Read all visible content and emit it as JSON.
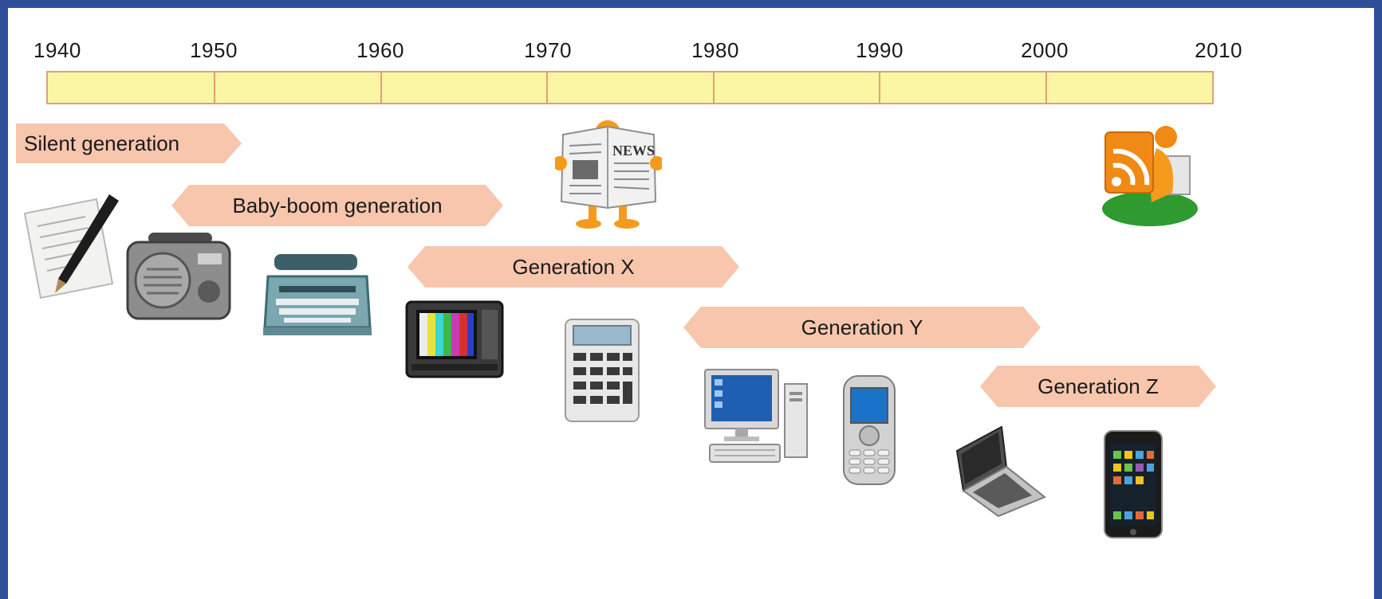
{
  "timeline": {
    "years": [
      "1940",
      "1950",
      "1960",
      "1970",
      "1980",
      "1990",
      "2000",
      "2010"
    ]
  },
  "generations": [
    {
      "label": "Silent generation"
    },
    {
      "label": "Baby-boom generation"
    },
    {
      "label": "Generation X"
    },
    {
      "label": "Generation Y"
    },
    {
      "label": "Generation Z"
    }
  ],
  "newspaper": {
    "headline": "NEWS"
  }
}
